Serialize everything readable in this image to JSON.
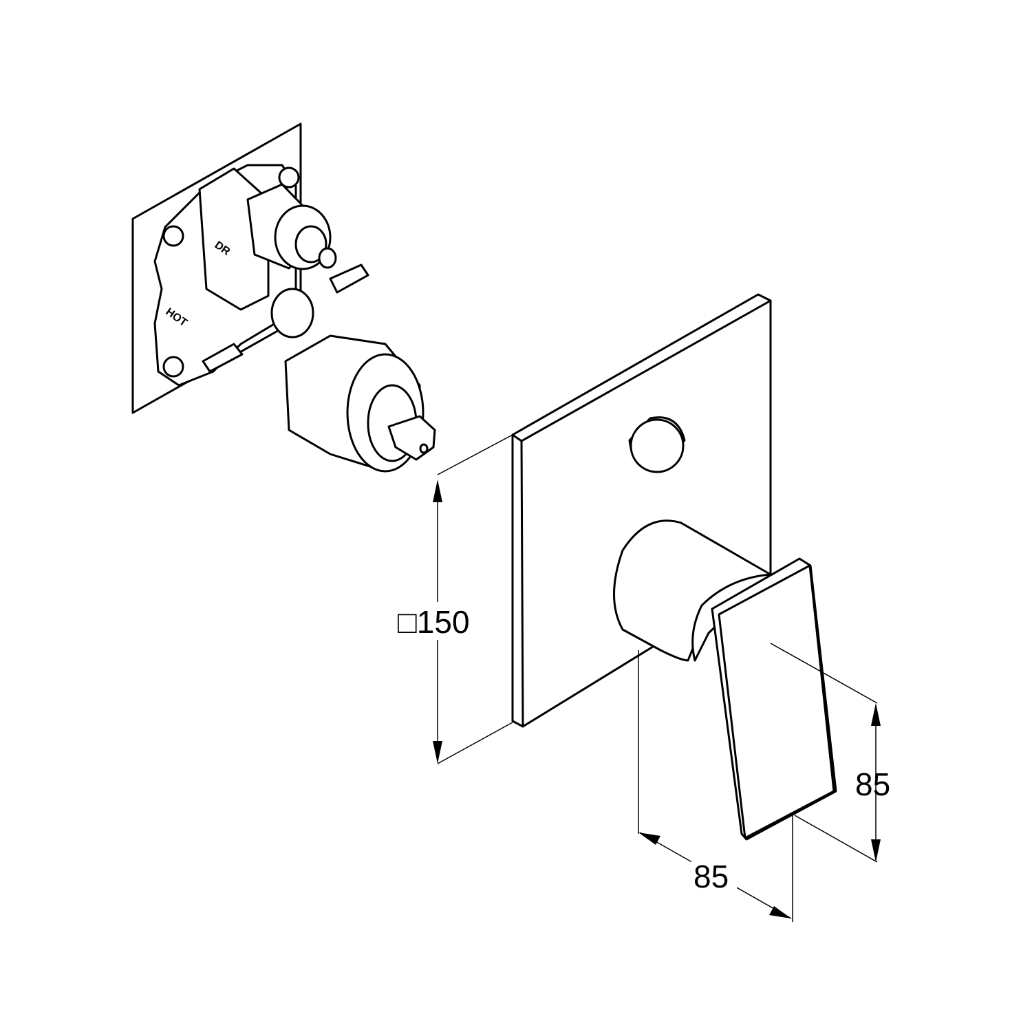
{
  "drawing": {
    "valve_labels": [
      "DR",
      "HOT"
    ],
    "dimensions": {
      "cover_plate": "□150",
      "handle_height": "85",
      "handle_depth": "85"
    }
  }
}
